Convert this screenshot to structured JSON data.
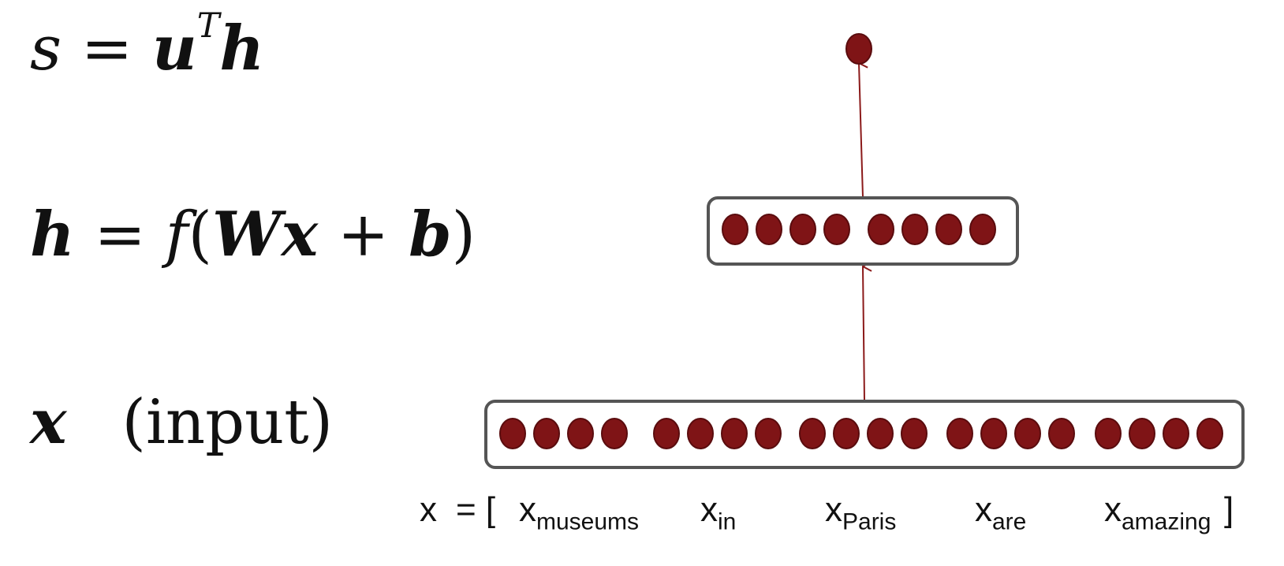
{
  "equations": {
    "score": {
      "lhs": "s",
      "eq": "=",
      "u": "u",
      "t": "T",
      "h": "h"
    },
    "hidden": {
      "lhs": "h",
      "eq": "=",
      "f": "f",
      "open": "(",
      "W": "W",
      "x": "x",
      "plus": "+",
      "b": "b",
      "close": ")"
    },
    "input": {
      "x": "x",
      "desc": "(input)"
    }
  },
  "vector_label": {
    "x": "x",
    "eq_bracket": "= [",
    "words": [
      {
        "base": "x",
        "sub": "museums"
      },
      {
        "base": "x",
        "sub": "in"
      },
      {
        "base": "x",
        "sub": "Paris"
      },
      {
        "base": "x",
        "sub": "are"
      },
      {
        "base": "x",
        "sub": "amazing"
      }
    ],
    "close": "]"
  },
  "colors": {
    "node": "#7f1416",
    "node_stroke": "#5a0c0e",
    "box": "#555555",
    "arrow": "#8b1a1a"
  },
  "layers": {
    "input_nodes": 20,
    "hidden_nodes": 8,
    "output_nodes": 1
  }
}
